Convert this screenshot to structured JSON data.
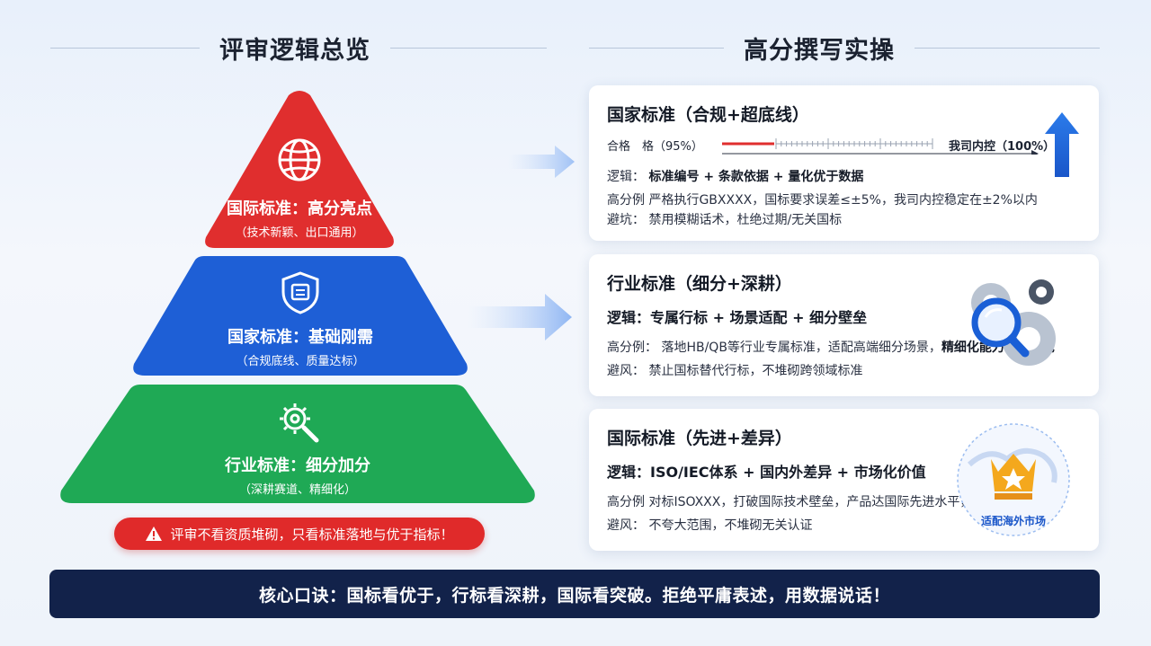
{
  "titles": {
    "left": "评审逻辑总览",
    "right": "高分撰写实操"
  },
  "pyramid": {
    "top": {
      "main": "国际标准：高分亮点",
      "sub": "（技术新颖、出口通用）",
      "color": "#e02e2e",
      "icon": "globe-icon"
    },
    "mid": {
      "main": "国家标准：基础刚需",
      "sub": "（合规底线、质量达标）",
      "color": "#1e5fd6",
      "icon": "shield-icon"
    },
    "bot": {
      "main": "行业标准：细分加分",
      "sub": "（深耕赛道、精细化）",
      "color": "#1fa955",
      "icon": "gear-search-icon"
    }
  },
  "warning": {
    "icon": "warning-icon",
    "text": "评审不看资质堆砌，只看标准落地与优于指标！"
  },
  "cards": {
    "national": {
      "title": "国家标准（合规+超底线）",
      "gauge": {
        "left": "合格　格（95%）",
        "right": "我司内控（100%）"
      },
      "logic_label": "逻辑：",
      "logic": "标准编号 + 条款依据 + 量化优于数据",
      "example_label": "高分例",
      "example": "严格执行GBXXXX，国标要求误差≤±5%，我司内控稳定在±2%以内",
      "avoid_label": "避坑：",
      "avoid": "禁用模糊话术，杜绝过期/无关国标"
    },
    "industry": {
      "title": "行业标准（细分+深耕）",
      "logic": "逻辑：专属行标 + 场景适配 + 细分壁垒",
      "example_label": "高分例：",
      "example": "落地HB/QB等行业专属标准，适配高端细分场景，",
      "example_bold": "精细化能力行业领先",
      "avoid_label": "避风：",
      "avoid": "禁止国标替代行标，不堆砌跨领域标准"
    },
    "international": {
      "title": "国际标准（先进+差异）",
      "logic": "逻辑：ISO/IEC体系 + 国内外差异 + 市场化价值",
      "example_label": "高分例",
      "example": "对标ISOXXX，打破国际技术壁垒，产品达国际先进水平，",
      "avoid_label": "避风：",
      "avoid": "不夸大范围，不堆砌无关认证",
      "badge": "适配海外市场"
    }
  },
  "bottom": "核心口诀：国标看优于，行标看深耕，国际看突破。拒绝平庸表述，用数据说话！"
}
